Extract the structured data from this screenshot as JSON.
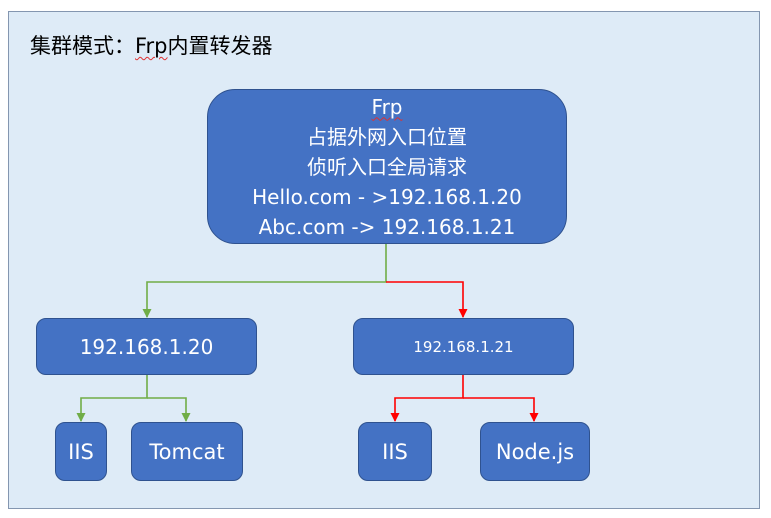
{
  "title": {
    "prefix": "集群模式：",
    "underlined": "Frp",
    "suffix": "内置转发器"
  },
  "root": {
    "underlined": "Frp",
    "line1_rest": "占据外网入口位置",
    "line2": "侦听入口全局请求",
    "line3": "Hello.com - >192.168.1.20",
    "line4": "Abc.com -> 192.168.1.21"
  },
  "servers": [
    {
      "label": "192.168.1.20"
    },
    {
      "label": "192.168.1.21"
    }
  ],
  "services": [
    {
      "label": "IIS"
    },
    {
      "label": "Tomcat"
    },
    {
      "label": "IIS"
    },
    {
      "label": "Node.js"
    }
  ],
  "colors": {
    "frame_fill": "#deebf7",
    "frame_border": "#8496b0",
    "node_fill": "#4472c4",
    "node_border": "#2f528f",
    "node_text": "#ffffff",
    "green_route": "#70ad47",
    "red_route": "#ff0000",
    "spellcheck_underline": "#e03030"
  }
}
